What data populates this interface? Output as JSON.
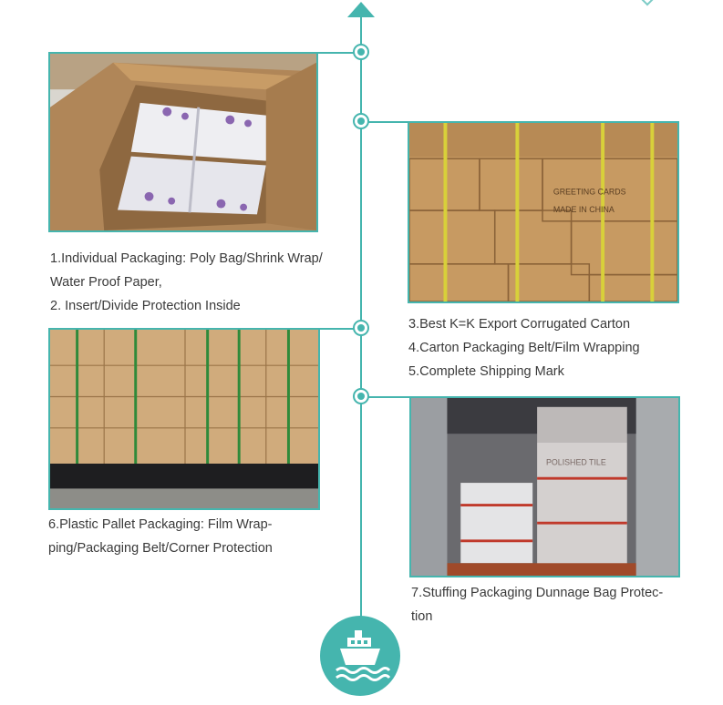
{
  "colors": {
    "accent": "#45b5ae",
    "text": "#3a3a3a"
  },
  "icons": {
    "top": "arrow-up-icon",
    "bottom": "ship-icon",
    "corner": "diamond-icon"
  },
  "steps": [
    {
      "lines": [
        "1.Individual Packaging: Poly Bag/Shrink Wrap/",
        "Water Proof Paper,",
        "2. Insert/Divide Protection Inside"
      ]
    },
    {
      "lines": [
        "3.Best K=K Export Corrugated Carton",
        "4.Carton Packaging Belt/Film Wrapping",
        "5.Complete Shipping Mark"
      ]
    },
    {
      "lines": [
        "6.Plastic Pallet Packaging: Film Wrap-",
        "ping/Packaging Belt/Corner Protection"
      ]
    },
    {
      "lines": [
        "7.Stuffing Packaging Dunnage Bag Protec-",
        "tion"
      ]
    }
  ],
  "photo_labels": {
    "carton_label": "GREETING CARDS",
    "carton_made_in": "MADE IN CHINA",
    "tile_label": "POLISHED TILE"
  }
}
